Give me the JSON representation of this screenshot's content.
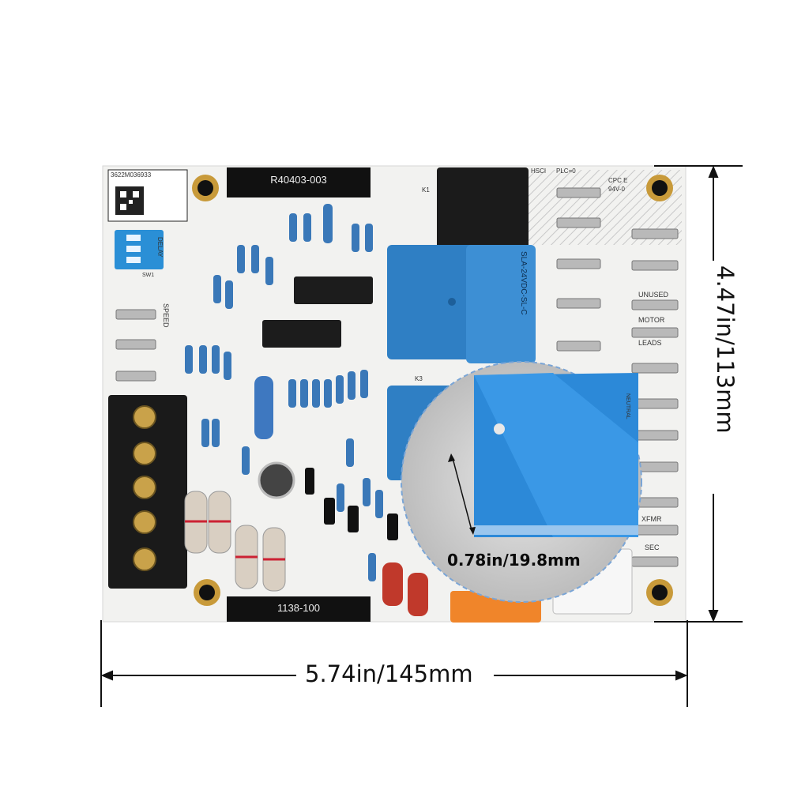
{
  "dimensions": {
    "width": "5.74in/145mm",
    "height": "4.47in/113mm",
    "relay_height": "0.78in/19.8mm"
  },
  "board_markings": {
    "part_number": "R40403-003",
    "bottom_code": "1138-100",
    "serial": "3622M036933",
    "delay": "DELAY",
    "speed": "SPEED",
    "sw": "SW1",
    "unused": "UNUSED",
    "motor": "MOTOR",
    "leads": "LEADS",
    "xfmr": "XFMR",
    "sec": "SEC",
    "neutral": "NEUTRAL",
    "hsci": "HSCI",
    "plc": "PLC=0",
    "cpc": "CPC E",
    "code_94v": "94V-0",
    "k1": "K1",
    "k3": "K3",
    "relay_model": "SLA-24VDC-SL-C"
  },
  "colors": {
    "board": "#f2f2f0",
    "relay": "#2f7fc4",
    "terminal_block": "#1a1a1a",
    "black_plate": "#111111",
    "resistor_blue": "#3a78b8",
    "capacitor_red": "#c0392b",
    "dip_switch": "#2a8fd6"
  }
}
